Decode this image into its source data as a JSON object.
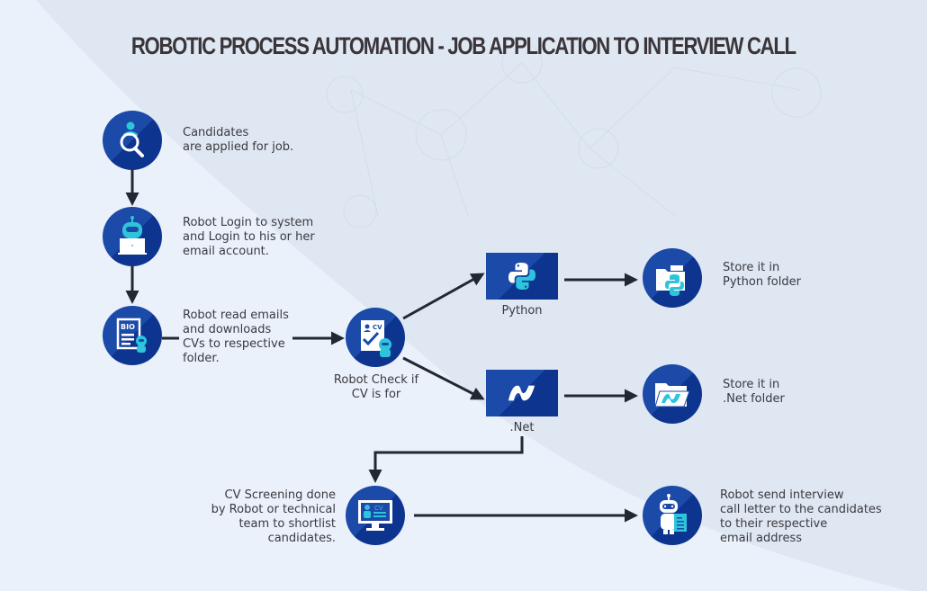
{
  "title": "ROBOTIC PROCESS AUTOMATION - JOB APPLICATION TO INTERVIEW CALL",
  "colors": {
    "node_blue": "#1b4aa8",
    "node_dark": "#0d3590",
    "accent_cyan": "#2ec4dc",
    "arrow": "#222831",
    "text": "#3b3a3e"
  },
  "steps": [
    {
      "id": "candidates",
      "icon": "candidate-search-icon",
      "label": "Candidates\nare applied for job."
    },
    {
      "id": "robot-login",
      "icon": "robot-laptop-icon",
      "label": "Robot Login to system\nand Login to his or her\nemail account."
    },
    {
      "id": "read-emails",
      "icon": "bio-document-robot-icon",
      "label": "Robot read emails\nand downloads\nCVs to respective\nfolder."
    },
    {
      "id": "check-cv",
      "icon": "cv-check-robot-icon",
      "label": "Robot Check if\nCV is for"
    },
    {
      "id": "python",
      "icon": "python-logo-icon",
      "label": "Python"
    },
    {
      "id": "dotnet",
      "icon": "dotnet-logo-icon",
      "label": ".Net"
    },
    {
      "id": "python-folder",
      "icon": "python-folder-icon",
      "label": "Store it in\nPython folder"
    },
    {
      "id": "dotnet-folder",
      "icon": "dotnet-folder-icon",
      "label": "Store it in\n.Net folder"
    },
    {
      "id": "cv-screening",
      "icon": "monitor-cv-icon",
      "label": "CV Screening done\nby Robot or technical\nteam to shortlist\ncandidates."
    },
    {
      "id": "send-interview",
      "icon": "robot-letter-icon",
      "label": "Robot send interview\ncall letter to the candidates\nto their respective\nemail address"
    }
  ],
  "connections": [
    {
      "from": "candidates",
      "to": "robot-login"
    },
    {
      "from": "robot-login",
      "to": "read-emails"
    },
    {
      "from": "read-emails",
      "to": "check-cv"
    },
    {
      "from": "check-cv",
      "to": "python"
    },
    {
      "from": "check-cv",
      "to": "dotnet"
    },
    {
      "from": "python",
      "to": "python-folder"
    },
    {
      "from": "dotnet",
      "to": "dotnet-folder"
    },
    {
      "from": "dotnet",
      "to": "cv-screening"
    },
    {
      "from": "cv-screening",
      "to": "send-interview"
    }
  ]
}
